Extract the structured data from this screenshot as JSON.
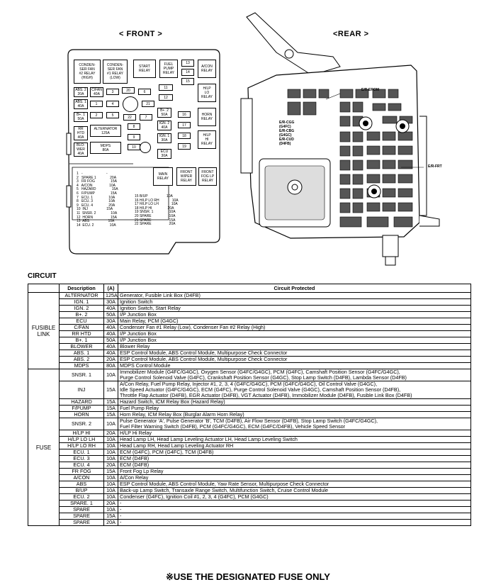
{
  "front_label": "< FRONT >",
  "rear_label": "<REAR >",
  "front_boxes": [
    {
      "id": "condenser-fan-2",
      "text": "CONDEN-\nSER FAN\n#2 RELAY\n(HIGH)"
    },
    {
      "id": "condenser-fan-1",
      "text": "CONDEN-\nSER FAN\n#1 RELAY\n(LOW)"
    },
    {
      "id": "start-relay",
      "text": "START\nRELAY"
    },
    {
      "id": "fuel-pump-relay",
      "text": "FUEL\nPUMP\nRELAY"
    },
    {
      "id": "f13",
      "text": "13"
    },
    {
      "id": "f14",
      "text": "14"
    },
    {
      "id": "f15",
      "text": "15"
    },
    {
      "id": "acon-relay",
      "text": "A/CON\nRELAY"
    },
    {
      "id": "abs2",
      "text": "ABS. 2\n20A"
    },
    {
      "id": "cfan",
      "text": "C/FAN\n40A"
    },
    {
      "id": "f3",
      "text": "3"
    },
    {
      "id": "f20",
      "text": "20"
    },
    {
      "id": "f6",
      "text": "6"
    },
    {
      "id": "f11",
      "text": "11"
    },
    {
      "id": "hlp-lo-relay",
      "text": "H/LP\nLO\nRELAY"
    },
    {
      "id": "abs1",
      "text": "ABS. 1\n40A"
    },
    {
      "id": "f1",
      "text": "1"
    },
    {
      "id": "f4",
      "text": "4"
    },
    {
      "id": "f21",
      "text": "21"
    },
    {
      "id": "f12",
      "text": "12"
    },
    {
      "id": "bplus1",
      "text": "B+. 1\n50A"
    },
    {
      "id": "f2",
      "text": "2"
    },
    {
      "id": "f5",
      "text": "5"
    },
    {
      "id": "f22",
      "text": "22"
    },
    {
      "id": "f7",
      "text": "7"
    },
    {
      "id": "bplus2",
      "text": "B+. 2\n50A"
    },
    {
      "id": "f16",
      "text": "16"
    },
    {
      "id": "horn-relay",
      "text": "HORN\nRELAY"
    },
    {
      "id": "rr-htd",
      "text": "RR\nHTD\n40A"
    },
    {
      "id": "alternator",
      "text": "ALTERNATOR\n125A"
    },
    {
      "id": "f8",
      "text": "8"
    },
    {
      "id": "ign2",
      "text": "IGN. 2\n40A"
    },
    {
      "id": "f17",
      "text": "17"
    },
    {
      "id": "f9",
      "text": "9"
    },
    {
      "id": "ign1",
      "text": "IGN. 1\n30A"
    },
    {
      "id": "f18",
      "text": "18"
    },
    {
      "id": "hlp-hi-relay",
      "text": "H/LP\nHI\nRELAY"
    },
    {
      "id": "blower",
      "text": "BLO-\nWER\n40A"
    },
    {
      "id": "mdps",
      "text": "MDPS\n80A"
    },
    {
      "id": "f10",
      "text": "10"
    },
    {
      "id": "f19",
      "text": "19"
    },
    {
      "id": "ecu",
      "text": "ECU\n30A"
    },
    {
      "id": "main-relay",
      "text": "MAIN\nRELAY"
    },
    {
      "id": "front-wiper-relay",
      "text": "FRONT\nWIPER\nRELAY"
    },
    {
      "id": "front-fog-relay",
      "text": "FRONT\nFOG LP\nRELAY"
    }
  ],
  "legend_left": "1   -                        -\n2   SPARE 1              20A\n3   FR FOG                15A\n4   A/CON                 10A\n5   HAZARD                15A\n6   F/PUMP                15A\n7   ECU. 1                10A\n8   ECU. 3                10A\n9   ECU. 4                20A\n10  INJ                   15A\n11  SNSR. 2               10A\n12  HORN                  15A\n13  ABS                   10A\n14  ECU. 2                10A",
  "legend_right": "15 B/UP                   10A\n16 H/LP LO RH             10A\n17 H/LP LO LH             10A\n18 H/LP HI                20A\n19 SNSR. 1                10A\n20 SPARE                  10A\n21 SPARE                  15A\n22 SPARE                  20A",
  "rear_labels": {
    "er_erom": "E/R-EROM",
    "er_cgg": "E/R-CGG\n(G4FC)\nE/R-CBG\n(G4GC)\nE/R-CUD\n(D4FB)",
    "er_frt": "E/R-FRT"
  },
  "circuit_title": "CIRCUIT",
  "table": {
    "headers": [
      "",
      "Description",
      "(A)",
      "Circuit Protected"
    ],
    "groups": [
      {
        "name": "FUSIBLE\nLINK",
        "rows": [
          [
            "ALTERNATOR",
            "125A",
            "Generator, Fusible Link Box (D4FB)"
          ],
          [
            "IGN. 1",
            "30A",
            "Ignition Switch"
          ],
          [
            "IGN. 2",
            "40A",
            "Ignition Switch, Start Relay"
          ],
          [
            "B+. 2",
            "50A",
            "I/P Junction Box"
          ],
          [
            "ECU",
            "30A",
            "Main Relay, PCM (G4GC)"
          ],
          [
            "C/FAN",
            "40A",
            "Condenser Fan #1 Relay (Low), Condenser Fan #2 Relay (High)"
          ],
          [
            "RR HTD",
            "40A",
            "I/P Junction Box"
          ],
          [
            "B+. 1",
            "50A",
            "I/P Junction Box"
          ],
          [
            "BLOWER",
            "40A",
            "Blower Relay"
          ],
          [
            "ABS. 1",
            "40A",
            "ESP Control Module, ABS Control Module, Multipurpose Check Connector"
          ],
          [
            "ABS. 2",
            "20A",
            "ESP Control Module, ABS Control Module, Multipurpose Check Connector"
          ],
          [
            "MDPS",
            "80A",
            "MDPS Control Module"
          ]
        ]
      },
      {
        "name": "FUSE",
        "rows": [
          [
            "SNSR. 1",
            "10A",
            "Immobilizer Module (G4FC/G4GC), Oxygen Sensor (G4FC/G4GC), PCM (G4FC), Camshaft Position Sensor (G4FC/G4GC),\nPurge Control Solenoid Valve (G4FC), Crankshaft Position Sensor (G4GC), Stop Lamp Switch (D4FB), Lambda Sensor (D4FB)"
          ],
          [
            "INJ",
            "15A",
            "A/Con Relay, Fuel Pump Relay, Injector #1, 2, 3, 4 (G4FC/G4GC), PCM (G4FC/G4GC), Oil Control Valve (G4GC),\nIdle Speed Actuator (G4FC/G4GC), ECM (G4FC), Purge Control Solenoid Valve (G4GC), Camshaft Position Sensor (D4FB),\nThrottle Flap Actuator (D4FB), EGR Actuator (D4FB), VGT Actuator (D4FB), Immobilizer Module (D4FB), Fusible Link Box (D4FB)"
          ],
          [
            "HAZARD",
            "15A",
            "Hazard Switch, ICM Relay Box (Hazard Relay)"
          ],
          [
            "F/PUMP",
            "15A",
            "Fuel Pump Relay"
          ],
          [
            "HORN",
            "15A",
            "Horn Relay, ICM Relay Box (Burglar Alarm Horn Relay)"
          ],
          [
            "SNSR. 2",
            "10A",
            "Pulse Generator 'A', Pulse Generator 'B', TCM (D4FB), Air Flow Sensor (D4FB), Stop Lamp Switch (G4FC/G4GC),\nFuel Filter Warning Switch (D4FB), PCM (G4FC/G4GC), ECM (G4FC/D4FB), Vehicle Speed Sensor"
          ],
          [
            "H/LP HI",
            "20A",
            "H/LP Hi Relay"
          ],
          [
            "H/LP LO LH",
            "10A",
            "Head Lamp LH, Head Lamp Leveling Actuator LH, Head Lamp Leveling Switch"
          ],
          [
            "H/LP LO RH",
            "10A",
            "Head Lamp RH, Head Lamp Leveling Actuator RH"
          ],
          [
            "ECU. 1",
            "10A",
            "ECM (G4FC), PCM (G4FC), TCM (D4FB)"
          ],
          [
            "ECU. 3",
            "10A",
            "ECM (D4FB)"
          ],
          [
            "ECU. 4",
            "20A",
            "ECM (D4FB)"
          ],
          [
            "FR FOG",
            "15A",
            "Front Fog Lp Relay"
          ],
          [
            "A/CON",
            "10A",
            "A/Con Relay"
          ],
          [
            "ABS",
            "10A",
            "ESP Control Module, ABS Control Module, Yaw Rate Sensor, Multipurpose Check Connector"
          ],
          [
            "B/UP",
            "10A",
            "Back-up Lamp Switch, Transaxle Range Switch, Multifunction Switch, Cruise Control Module"
          ],
          [
            "ECU. 2",
            "10A",
            "Condenser (G4FC), Ignition Coil #1, 2, 3, 4 (G4FC), PCM (G4GC)"
          ],
          [
            "SPARE. 1",
            "20A",
            "-"
          ],
          [
            "SPARE",
            "10A",
            "-"
          ],
          [
            "SPARE",
            "15A",
            "-"
          ],
          [
            "SPARE",
            "20A",
            "-"
          ]
        ]
      }
    ]
  },
  "footer": "※USE THE DESIGNATED FUSE ONLY"
}
